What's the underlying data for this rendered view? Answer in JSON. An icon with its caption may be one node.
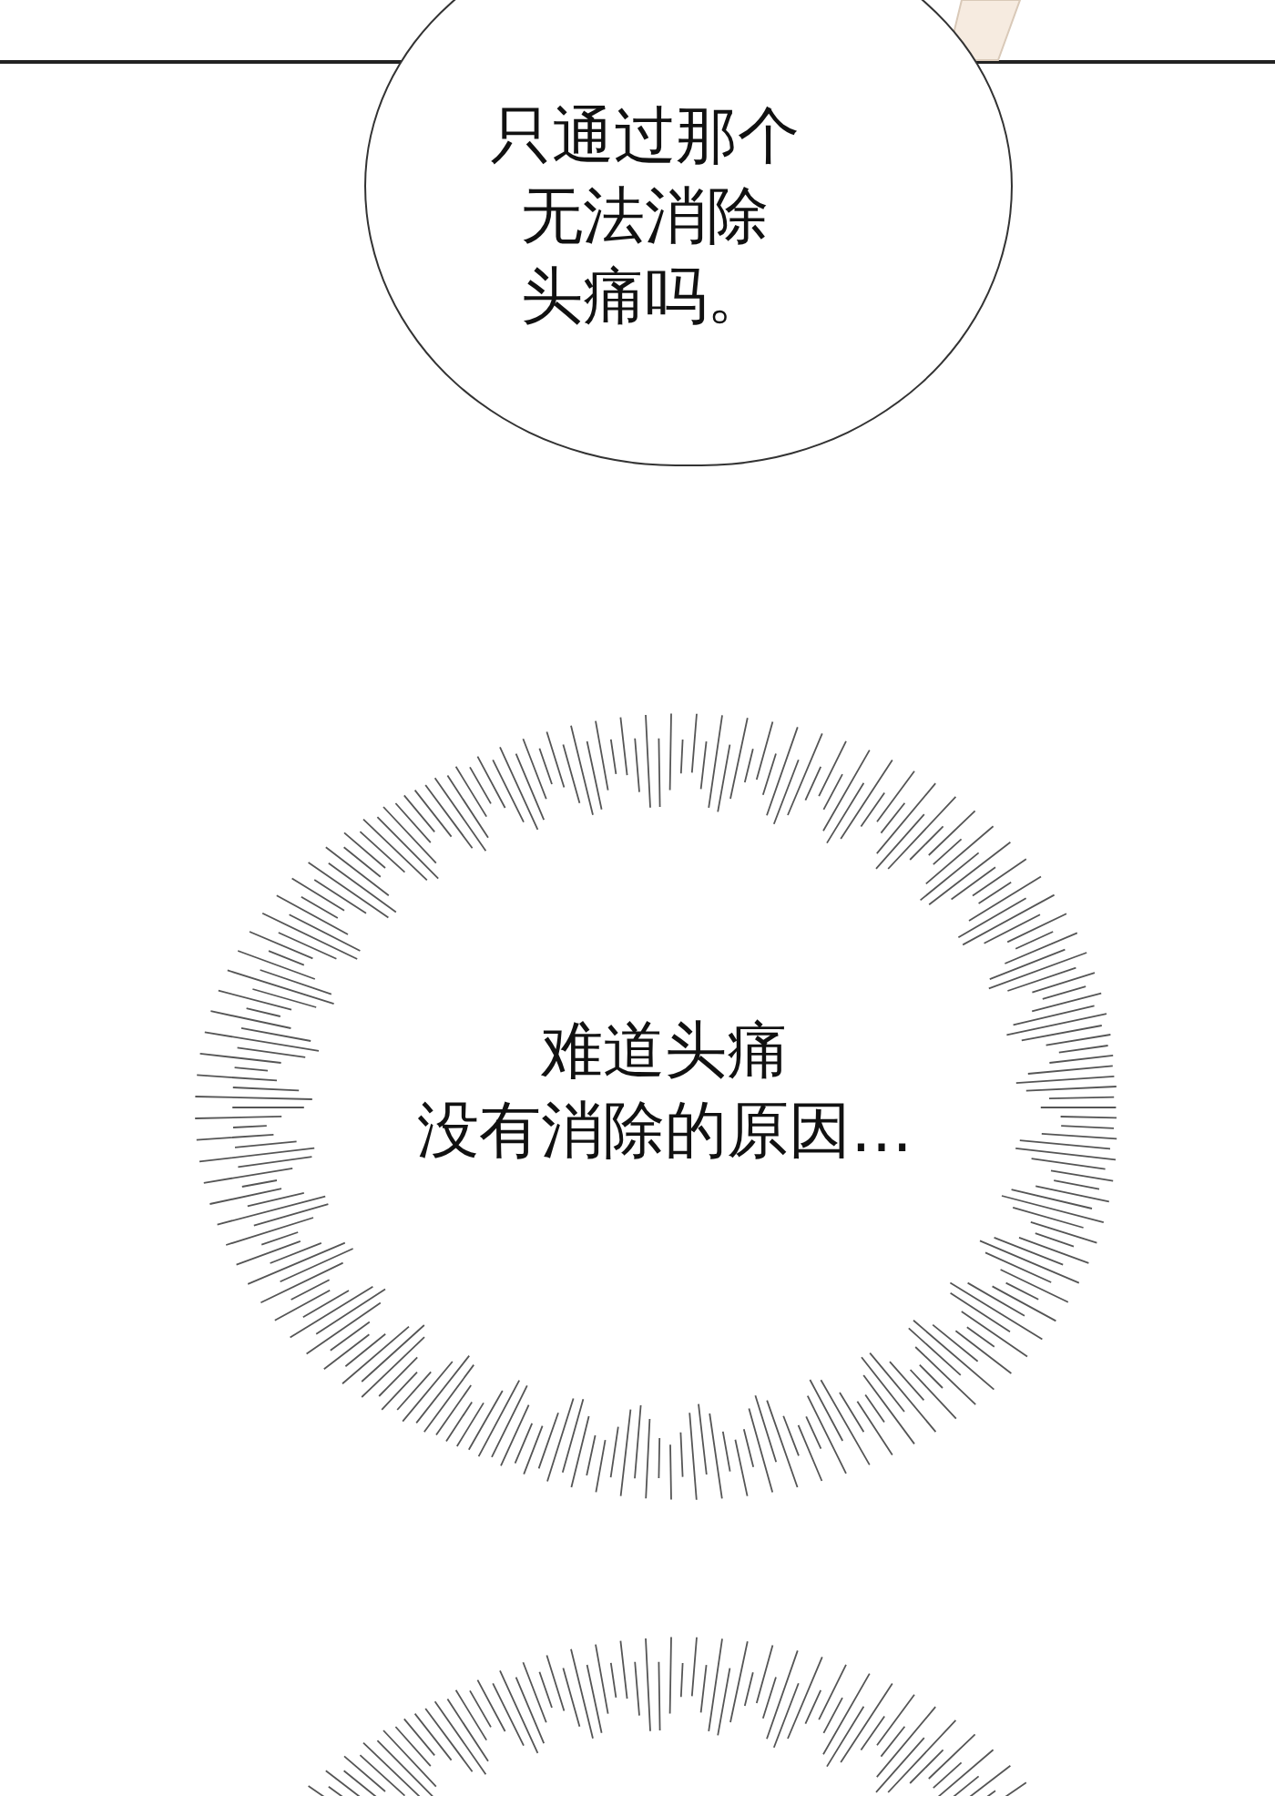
{
  "diagram": {
    "nodes": [
      {
        "text": [
          "只通过那个无法消除头痛吗。"
        ]
      },
      {
        "text": [
          "难道头痛没有消除的原因…"
        ]
      },
      {
        "text": [],
        "shape": "burst"
      }
    ]
  }
}
